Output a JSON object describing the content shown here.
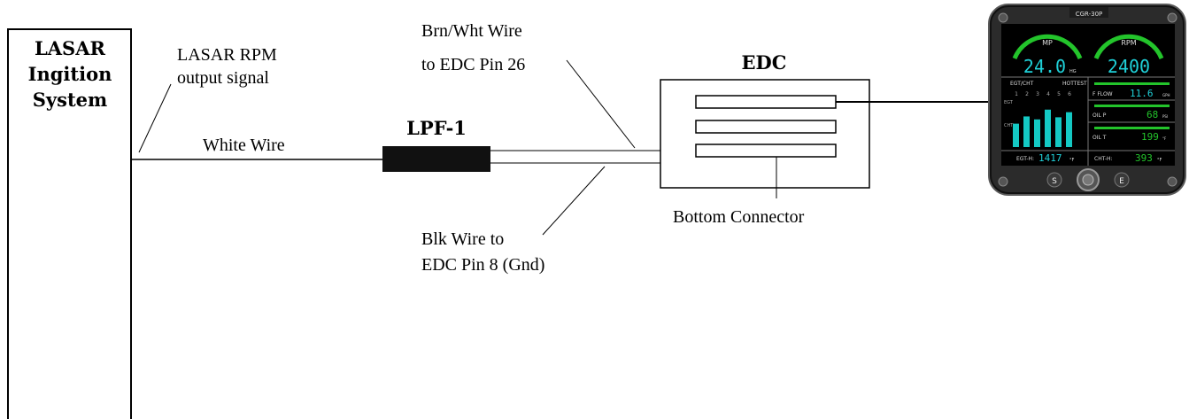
{
  "lasar_box": {
    "line1": "LASAR",
    "line2": "Ingition",
    "line3": "System"
  },
  "labels": {
    "rpm_signal_line1": "LASAR RPM",
    "rpm_signal_line2": "output  signal",
    "white_wire": "White Wire",
    "lpf": "LPF-1",
    "brn_wire_line1": "Brn/Wht Wire",
    "brn_wire_line2": "to EDC Pin 26",
    "blk_wire_line1": "Blk Wire to",
    "blk_wire_line2": "EDC Pin 8 (Gnd)",
    "edc": "EDC",
    "bottom_connector": "Bottom  Connector"
  },
  "instrument": {
    "model": "CGR-30P",
    "mp_label": "MP",
    "mp_value": "24.0",
    "mp_unit": "HG",
    "rpm_label": "RPM",
    "rpm_value": "2400",
    "egt_cht_label": "EGT/CHT",
    "hottest_label": "HOTTEST",
    "egt_side_label": "EGT",
    "cht_side_label": "CHT",
    "cylinders": [
      "1",
      "2",
      "3",
      "4",
      "5",
      "6"
    ],
    "cylinder_levels": [
      0.55,
      0.72,
      0.65,
      0.88,
      0.7,
      0.82
    ],
    "fflow_label": "F FLOW",
    "fflow_value": "11.6",
    "fflow_unit": "GPH",
    "oilp_label": "OIL P",
    "oilp_value": "68",
    "oilp_unit": "PSI",
    "oilt_label": "OIL T",
    "oilt_value": "199",
    "oilt_unit": "°F",
    "egth_label": "EGT-H:",
    "egth_value": "1417",
    "egth_unit": "°F",
    "chth_label": "CHT-H:",
    "chth_value": "393",
    "chth_unit": "°F",
    "knob_left": "S",
    "knob_right": "E",
    "colors": {
      "bezel": "#2b2b2b",
      "screen": "#000000",
      "digits": "#1fd0d8",
      "green": "#23c42b",
      "bars": "#14c9c4"
    }
  }
}
